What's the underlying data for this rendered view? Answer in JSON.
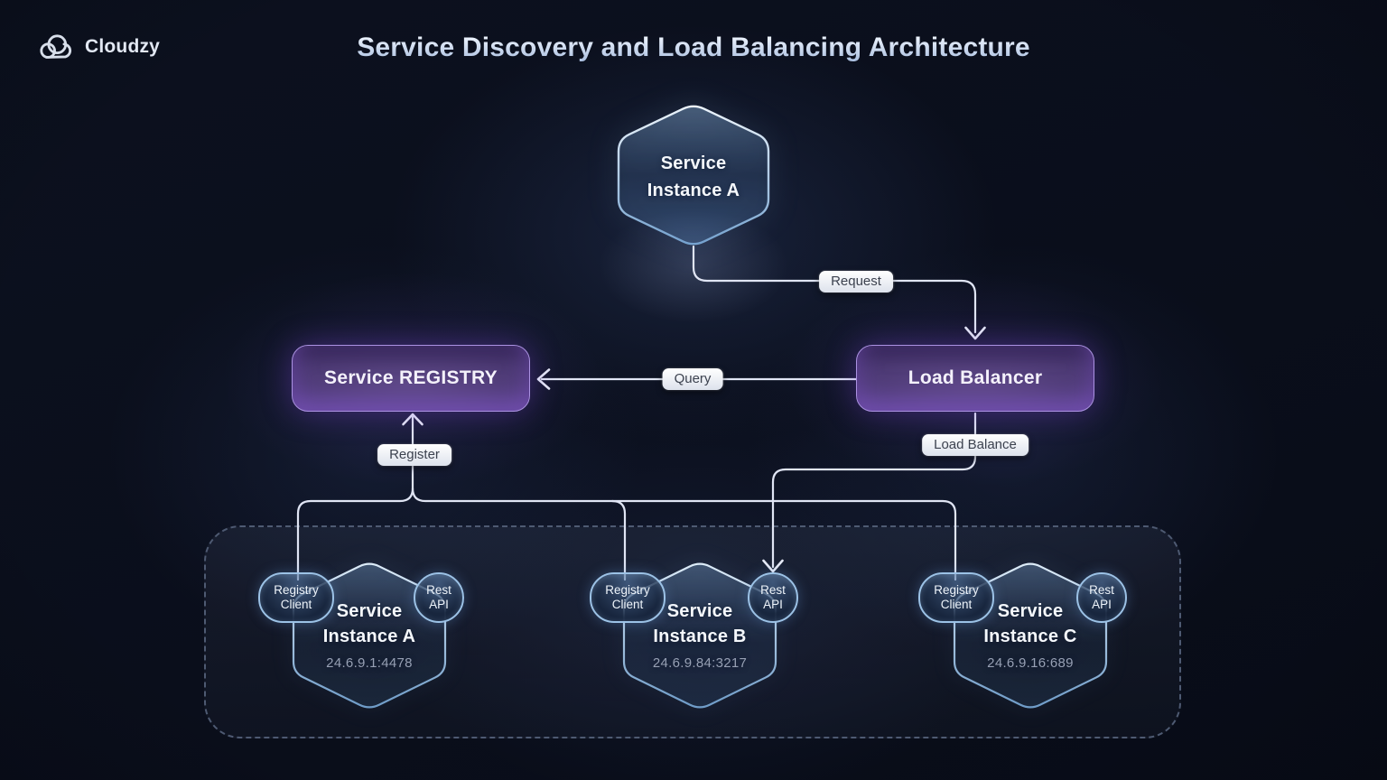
{
  "brand": {
    "name": "Cloudzy"
  },
  "title": "Service Discovery and Load Balancing Architecture",
  "client": {
    "line1": "Service",
    "line2": "Instance A"
  },
  "registry": {
    "label": "Service REGISTRY"
  },
  "load_balancer": {
    "label": "Load Balancer"
  },
  "edges": {
    "request": "Request",
    "query": "Query",
    "register": "Register",
    "load_balance": "Load Balance"
  },
  "instances": [
    {
      "line1": "Service",
      "line2": "Instance A",
      "address": "24.6.9.1:4478",
      "registry_client": {
        "line1": "Registry",
        "line2": "Client"
      },
      "rest_api": {
        "line1": "Rest",
        "line2": "API"
      }
    },
    {
      "line1": "Service",
      "line2": "Instance B",
      "address": "24.6.9.84:3217",
      "registry_client": {
        "line1": "Registry",
        "line2": "Client"
      },
      "rest_api": {
        "line1": "Rest",
        "line2": "API"
      }
    },
    {
      "line1": "Service",
      "line2": "Instance C",
      "address": "24.6.9.16:689",
      "registry_client": {
        "line1": "Registry",
        "line2": "Client"
      },
      "rest_api": {
        "line1": "Rest",
        "line2": "API"
      }
    }
  ],
  "colors": {
    "background": "#0a0e1b",
    "accent_purple": "#8450e0",
    "purple_border": "#ab92e2",
    "hexagon_stroke": "#a9c9e9",
    "connector_line": "#e0e5f4",
    "pill_bg": "#ffffff",
    "pill_text": "#3c424f",
    "address_text": "#97a0b4",
    "dashed_border": "#4e5a72"
  }
}
